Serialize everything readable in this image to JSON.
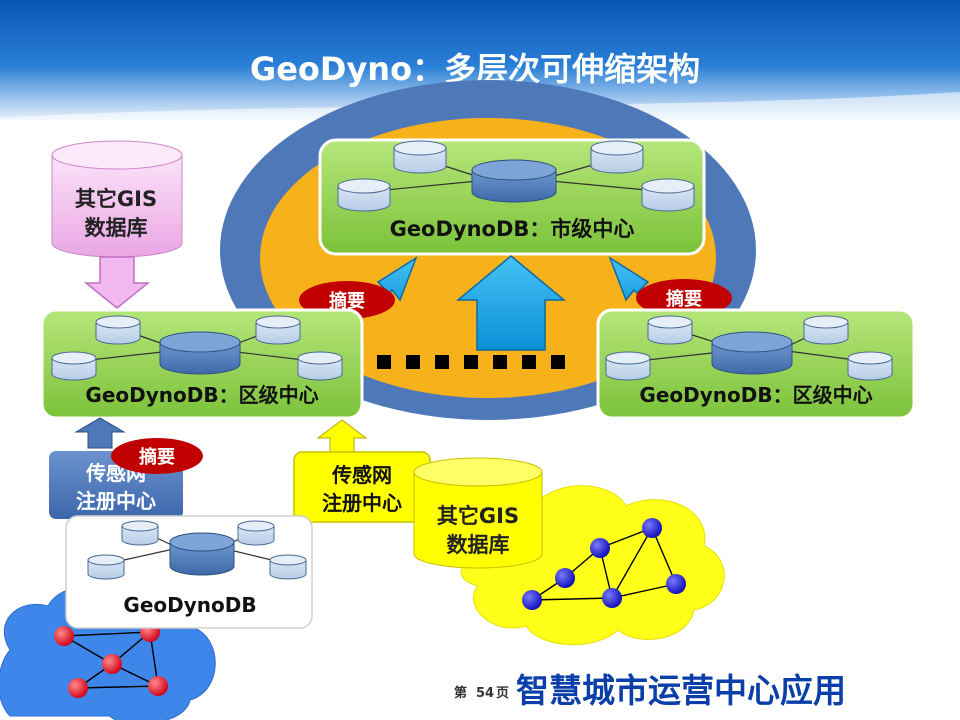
{
  "slide": {
    "title": "GeoDyno：多层次可伸缩架构",
    "footer_page_prefix": "第",
    "footer_page_number": "54",
    "footer_page_suffix": "页",
    "footer_brand": "智慧城市运营中心应用"
  },
  "nodes": {
    "city_center": "GeoDynoDB：市级中心",
    "district_left": "GeoDynoDB：区级中心",
    "district_right": "GeoDynoDB：区级中心",
    "local_db": "GeoDynoDB",
    "other_gis_top_line1": "其它GIS",
    "other_gis_top_line2": "数据库",
    "other_gis_bottom_line1": "其它GIS",
    "other_gis_bottom_line2": "数据库",
    "sensor_blue_line1": "传感网",
    "sensor_blue_line2": "注册中心",
    "sensor_yellow_line1": "传感网",
    "sensor_yellow_line2": "注册中心"
  },
  "badges": {
    "summary_left": "摘要",
    "summary_right": "摘要",
    "summary_bottom": "摘要"
  },
  "colors": {
    "header_blue": "#1565c0",
    "green_box": "#8fd14f",
    "yellow": "#ffff00",
    "orange_ellipse": "#f7b21b",
    "blue_ring": "#4f78b8",
    "arrow_blue": "#1da8e8",
    "badge_red": "#c00000",
    "pink_db": "#f3c6f0",
    "network_red": "#e0102a",
    "network_blue": "#1010c8"
  }
}
